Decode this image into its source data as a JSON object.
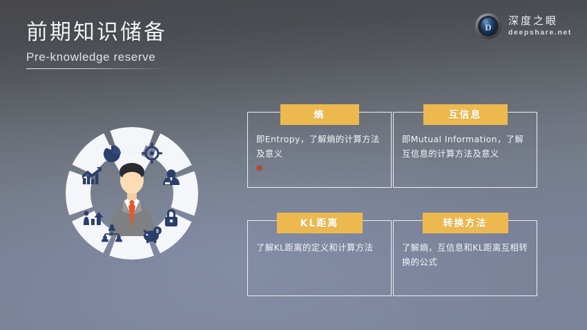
{
  "slide": {
    "title_cn": "前期知识储备",
    "title_en": "Pre-knowledge reserve",
    "background_top": "#47474b",
    "background_bottom": "#7b849a"
  },
  "logo": {
    "brand_cn": "深度之眼",
    "brand_en": "deepshare.net",
    "mark_letter": "D"
  },
  "infographic": {
    "name": "gear-circle-infographic",
    "center_icon": "businessman-avatar-icon",
    "segment_count": 8,
    "segment_color": "#f4f6f9",
    "icon_color": "#2b3f6b",
    "segments": [
      {
        "icon": "pie-chart-icon",
        "angle": -67.5
      },
      {
        "icon": "target-crosshair-icon",
        "angle": -22.5
      },
      {
        "icon": "user-profile-icon",
        "angle": 22.5
      },
      {
        "icon": "padlock-icon",
        "angle": 67.5
      },
      {
        "icon": "piggy-bank-dollar-icon",
        "angle": 112.5
      },
      {
        "icon": "org-hierarchy-icon",
        "angle": 157.5
      },
      {
        "icon": "growth-people-bar-icon",
        "angle": 202.5
      },
      {
        "icon": "bar-chart-trend-icon",
        "angle": 247.5
      }
    ]
  },
  "cards": [
    {
      "id": "entropy",
      "badge": "熵",
      "body": "即Entropy，了解熵的计算方法及意义",
      "badge_color": "#edb94e",
      "has_red_mark": true
    },
    {
      "id": "mutual-information",
      "badge": "互信息",
      "body": "即Mutual Information，了解互信息的计算方法及意义",
      "badge_color": "#edb94e",
      "has_red_mark": false
    },
    {
      "id": "kl-divergence",
      "badge": "KL距离",
      "body": "了解KL距离的定义和计算方法",
      "badge_color": "#edb94e",
      "has_red_mark": false
    },
    {
      "id": "conversion-method",
      "badge": "转换方法",
      "body": "了解熵，互信息和KL距离互相转换的公式",
      "badge_color": "#edb94e",
      "has_red_mark": false
    }
  ]
}
